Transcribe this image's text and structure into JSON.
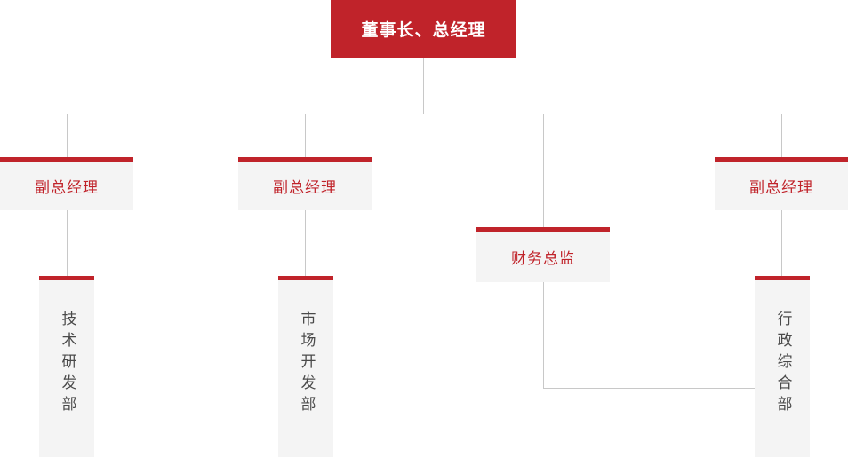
{
  "chart": {
    "title_box": {
      "label": "董事长、总经理",
      "role": "chairman-general-manager"
    },
    "level2": [
      {
        "label": "副总经理",
        "role": "deputy-general-manager-1"
      },
      {
        "label": "副总经理",
        "role": "deputy-general-manager-2"
      },
      {
        "label": "财务总监",
        "role": "finance-director"
      },
      {
        "label": "副总经理",
        "role": "deputy-general-manager-3"
      }
    ],
    "departments": [
      {
        "label": "技术研发部",
        "role": "technology-rd-department"
      },
      {
        "label": "市场开发部",
        "role": "market-development-department"
      },
      {
        "label": "行政综合部",
        "role": "administration-general-department"
      }
    ],
    "colors": {
      "brand_red": "#c0232a",
      "box_background": "#f4f4f4",
      "connector_line": "#c8c8c8",
      "department_text": "#4a4a4a",
      "top_box_text": "#ffffff",
      "page_background": "#ffffff"
    }
  }
}
